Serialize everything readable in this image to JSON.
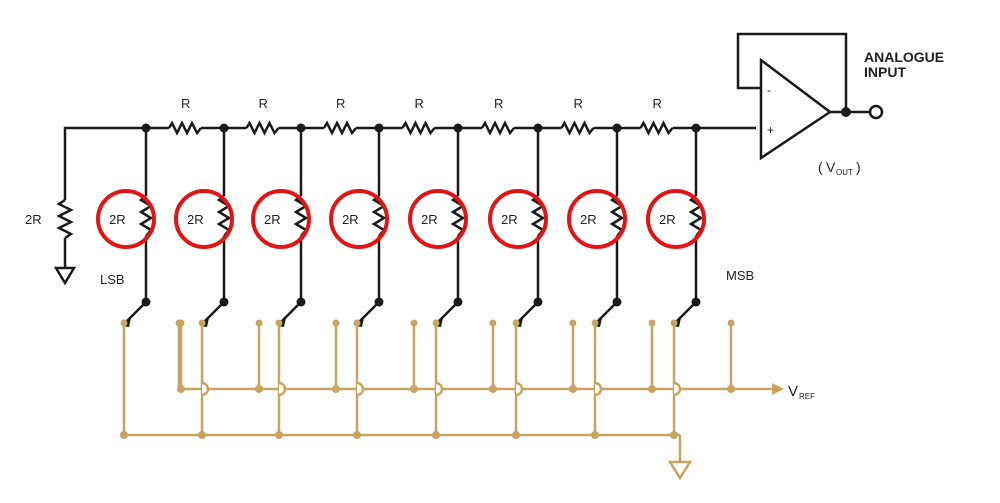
{
  "diagram": {
    "series_resistor_label": "R",
    "shunt_resistor_label": "2R",
    "input_resistor_label": "2R",
    "lsb_label": "LSB",
    "msb_label": "MSB",
    "output_title_line1": "ANALOGUE",
    "output_title_line2": "INPUT",
    "vout_main": "V",
    "vout_sub": "OUT",
    "vout_open": "(",
    "vout_close": ")",
    "vref_main": "V",
    "vref_sub": "REF",
    "opamp_minus": "-",
    "opamp_plus": "+",
    "colors": {
      "wire": "#1a1a1a",
      "bus": "#c9a460",
      "highlight": "#e01515"
    }
  }
}
